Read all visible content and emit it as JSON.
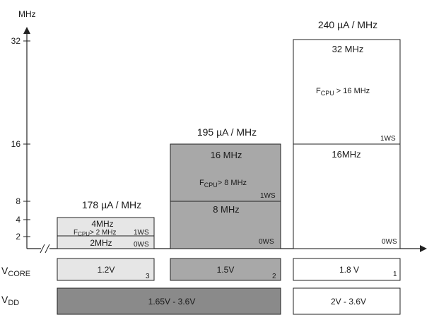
{
  "axis": {
    "unit": "MHz",
    "ticks": [
      "32",
      "16",
      "8",
      "4",
      "2"
    ]
  },
  "ranges": [
    {
      "consumption": "178 µA / MHz",
      "blocks": [
        {
          "freq": "4MHz",
          "condition_main": "F",
          "condition_sub": "CPU",
          "condition_tail": "> 2 MHz",
          "ws": "1WS"
        },
        {
          "freq": "2MHz",
          "ws": "0WS"
        }
      ],
      "vcore": "1.2V",
      "range_number": "3"
    },
    {
      "consumption": "195 µA / MHz",
      "blocks": [
        {
          "freq": "16 MHz",
          "condition_main": "F",
          "condition_sub": "CPU",
          "condition_tail": "> 8 MHz",
          "ws": "1WS"
        },
        {
          "freq": "8 MHz",
          "ws": "0WS"
        }
      ],
      "vcore": "1.5V",
      "range_number": "2"
    },
    {
      "consumption": "240 µA / MHz",
      "blocks": [
        {
          "freq": "32 MHz",
          "condition_main": "F",
          "condition_sub": "CPU",
          "condition_tail": " >  16 MHz",
          "ws": "1WS"
        },
        {
          "freq": "16MHz",
          "ws": "0WS"
        }
      ],
      "vcore": "1.8 V",
      "range_number": "1"
    }
  ],
  "rows": {
    "vcore_label_main": "V",
    "vcore_label_sub": "CORE",
    "vdd_label_main": "V",
    "vdd_label_sub": "DD"
  },
  "vdd": [
    {
      "range": "1.65V - 3.6V"
    },
    {
      "range": "2V - 3.6V"
    }
  ],
  "colors": {
    "range3_fill": "#e6e6e6",
    "range2_fill": "#a8a8a8",
    "range1_fill": "#ffffff",
    "vdd_low_fill": "#8a8a8a",
    "stroke": "#222222"
  }
}
